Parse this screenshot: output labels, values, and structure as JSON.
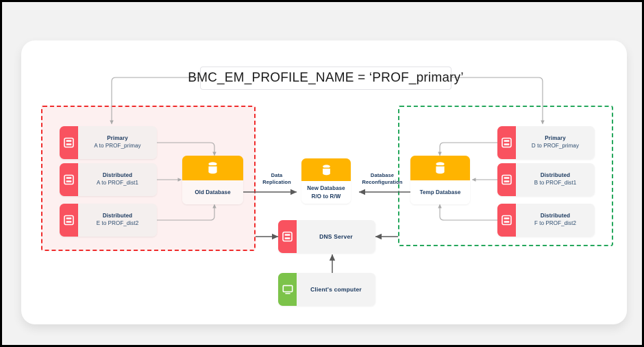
{
  "title_pill": {
    "text": "BMC_EM_PROFILE_NAME = ‘PROF_primary’"
  },
  "colors": {
    "red_accent": "#f9525f",
    "green_accent": "#7cc34a",
    "amber": "#ffb400",
    "zone_left_border": "#ef2b2b",
    "zone_left_fill": "#fdf0f0",
    "zone_right_border": "#25a75c",
    "text_navy": "#16355c",
    "connector_gray": "#a9a9a9",
    "connector_dark": "#5a5a5a"
  },
  "left_zone": {
    "name": "source-environment",
    "nodes": [
      {
        "icon": "server-icon",
        "title": "Primary",
        "subtitle": "A to PROF_primay"
      },
      {
        "icon": "server-icon",
        "title": "Distributed",
        "subtitle": "A to PROF_dist1"
      },
      {
        "icon": "server-icon",
        "title": "Distributed",
        "subtitle": "E to PROF_dist2"
      }
    ],
    "database": {
      "icon": "database-icon",
      "label": "Old Database"
    }
  },
  "right_zone": {
    "name": "target-environment",
    "nodes": [
      {
        "icon": "server-icon",
        "title": "Primary",
        "subtitle": "D to PROF_primay"
      },
      {
        "icon": "server-icon",
        "title": "Distributed",
        "subtitle": "B to PROF_dist1"
      },
      {
        "icon": "server-icon",
        "title": "Distributed",
        "subtitle": "F to PROF_dist2"
      }
    ],
    "database": {
      "icon": "database-icon",
      "label": "Temp Database"
    }
  },
  "center": {
    "database": {
      "icon": "database-icon",
      "label_line1": "New Database",
      "label_line2": "R/O to R/W"
    },
    "dns": {
      "icon": "server-icon",
      "label": "DNS Server"
    },
    "client": {
      "icon": "monitor-icon",
      "label": "Client's computer"
    }
  },
  "edges": {
    "data_replication_line1": "Data",
    "data_replication_line2": "Replication",
    "database_reconfiguration_line1": "Database",
    "database_reconfiguration_line2": "Reconfiguration"
  }
}
